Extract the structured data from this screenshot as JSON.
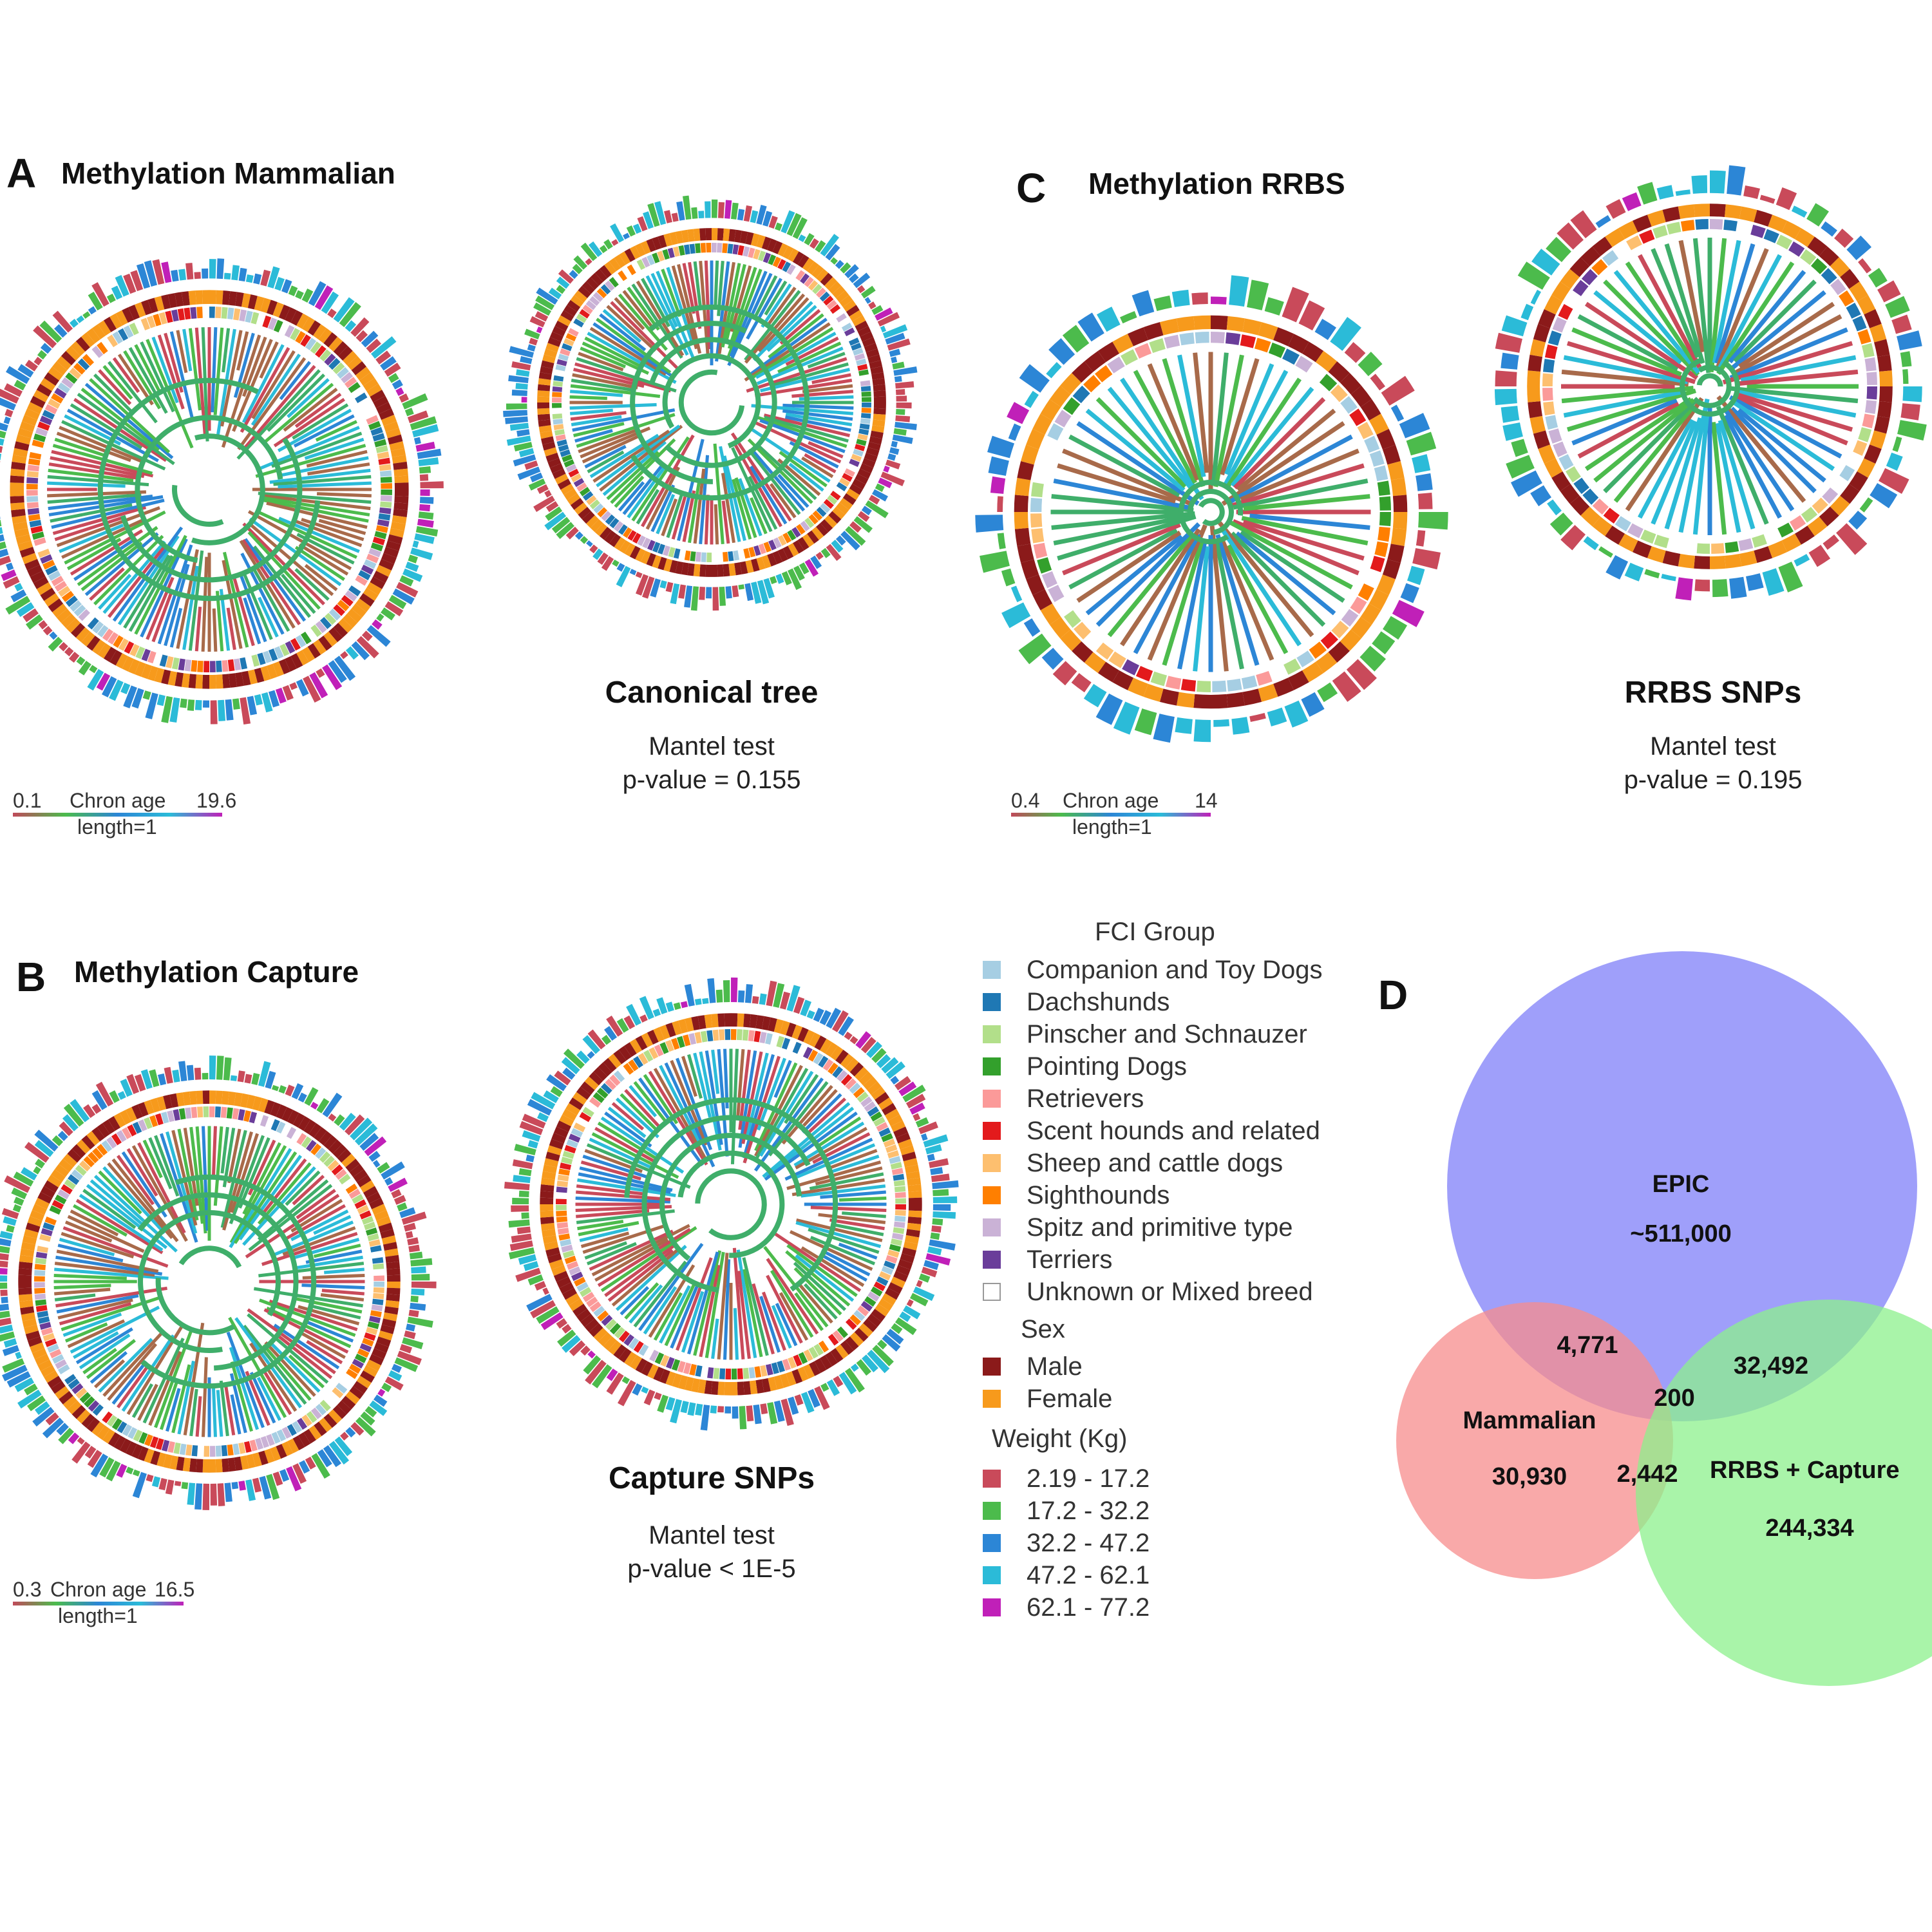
{
  "panels": {
    "A": {
      "letter": "A",
      "title": "Methylation Mammalian"
    },
    "B": {
      "letter": "B",
      "title": "Methylation Capture"
    },
    "C": {
      "letter": "C",
      "title": "Methylation RRBS"
    },
    "D": {
      "letter": "D"
    }
  },
  "trees": {
    "canonical": {
      "title": "Canonical tree",
      "mantel_label": "Mantel test",
      "pvalue": "p-value = 0.155"
    },
    "rrbs": {
      "title": "RRBS SNPs",
      "mantel_label": "Mantel test",
      "pvalue": "p-value = 0.195"
    },
    "capture": {
      "title": "Capture SNPs",
      "mantel_label": "Mantel test",
      "pvalue": "p-value < 1E-5"
    }
  },
  "scales": {
    "A": {
      "min": "0.1",
      "label": "Chron age",
      "max": "19.6",
      "length": "length=1"
    },
    "B": {
      "min": "0.3",
      "label": "Chron age",
      "max": "16.5",
      "length": "length=1"
    },
    "C": {
      "min": "0.4",
      "label": "Chron age",
      "max": "14",
      "length": "length=1"
    }
  },
  "legend": {
    "fci_heading": "FCI Group",
    "fci": [
      {
        "label": "Companion and Toy Dogs",
        "color": "#a6cee3"
      },
      {
        "label": "Dachshunds",
        "color": "#1f78b4"
      },
      {
        "label": "Pinscher and Schnauzer",
        "color": "#b2df8a"
      },
      {
        "label": "Pointing Dogs",
        "color": "#33a02c"
      },
      {
        "label": "Retrievers",
        "color": "#fb9a99"
      },
      {
        "label": "Scent hounds and related",
        "color": "#e31a1c"
      },
      {
        "label": "Sheep and cattle dogs",
        "color": "#fdbf6f"
      },
      {
        "label": "Sighthounds",
        "color": "#ff7f00"
      },
      {
        "label": "Spitz and primitive type",
        "color": "#cab2d6"
      },
      {
        "label": "Terriers",
        "color": "#6a3d9a"
      },
      {
        "label": "Unknown or Mixed breed",
        "color": "#ffffff"
      }
    ],
    "sex_heading": "Sex",
    "sex": [
      {
        "label": "Male",
        "color": "#8b1a1a"
      },
      {
        "label": "Female",
        "color": "#f79a1c"
      }
    ],
    "weight_heading": "Weight (Kg)",
    "weight": [
      {
        "label": "2.19 - 17.2",
        "color": "#c94a5a"
      },
      {
        "label": "17.2 - 32.2",
        "color": "#4cbb4c"
      },
      {
        "label": "32.2 - 47.2",
        "color": "#2c86d6"
      },
      {
        "label": "47.2 - 62.1",
        "color": "#2bbbd8"
      },
      {
        "label": "62.1 - 77.2",
        "color": "#c020b8"
      }
    ]
  },
  "venn": {
    "epic": {
      "label": "EPIC",
      "count": "~511,000",
      "color": "#7f7ff8"
    },
    "mammalian": {
      "label": "Mammalian",
      "count": "30,930",
      "color": "#f78c8c"
    },
    "rrbs_capture": {
      "label": "RRBS + Capture",
      "count": "244,334",
      "color": "#8cf08c"
    },
    "epic_mammalian": "4,771",
    "epic_rrbs": "32,492",
    "all_three": "200",
    "mammalian_rrbs": "2,442"
  }
}
